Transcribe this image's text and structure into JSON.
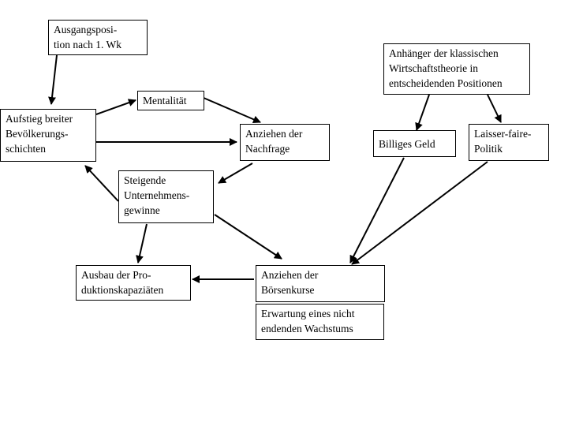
{
  "nodes": {
    "ausgangsposition": "Ausgangsposi-\ntion nach 1. Wk",
    "mentalitaet": "Mentalität",
    "aufstieg": "Aufstieg breiter\nBevölkerungs-\nschichten",
    "nachfrage": "Anziehen der\nNachfrage",
    "gewinne": "Steigende\nUnternehmens-\ngewinne",
    "ausbau": "Ausbau der Pro-\nduktionskapaziäten",
    "boersenkurse": "Anziehen der\nBörsenkurse",
    "erwartung": "Erwartung eines nicht\nendenden Wachstums",
    "anhaenger": "Anhänger der klassischen\nWirtschaftstheorie in\nentscheidenden Positionen",
    "billiges_geld": "Billiges Geld",
    "laisser_faire": "Laisser-faire-\nPolitik"
  }
}
